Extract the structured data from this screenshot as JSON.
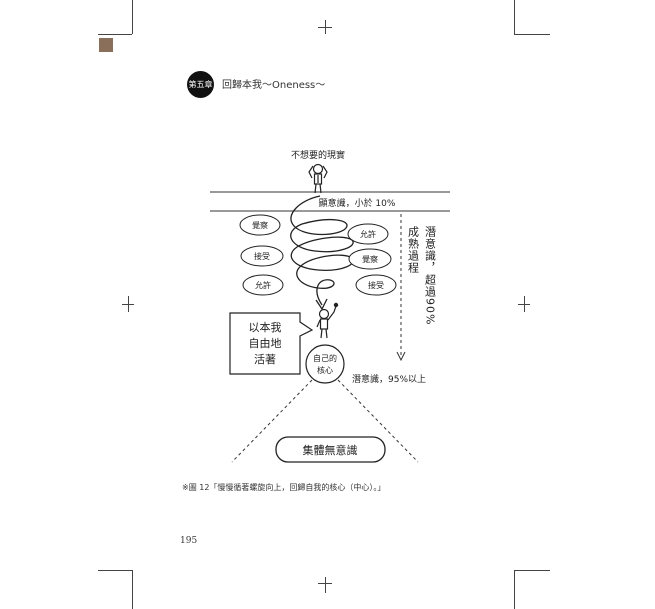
{
  "header": {
    "chapter_badge": "第五章",
    "chapter_title": "回歸本我〜Oneness〜",
    "accent_color": "#8a6f5a"
  },
  "figure": {
    "top_label": "不想要的現實",
    "conscious_label": "顯意識，小於 10%",
    "left_bubbles": [
      "覺察",
      "接受",
      "允許"
    ],
    "right_bubbles": [
      "允許",
      "覺察",
      "接受"
    ],
    "maturation_label": "成熟過程",
    "subconscious_vertical": "潛意識，超過90%",
    "speech_bubble_lines": [
      "以本我",
      "自由地",
      "活著"
    ],
    "core_lines": [
      "自己的",
      "核心"
    ],
    "subconscious_label": "潛意識，95%以上",
    "collective_label": "集體無意識"
  },
  "caption": "※圖 12「慢慢循著螺旋向上，回歸自我的核心（中心）。」",
  "page_number": "195"
}
